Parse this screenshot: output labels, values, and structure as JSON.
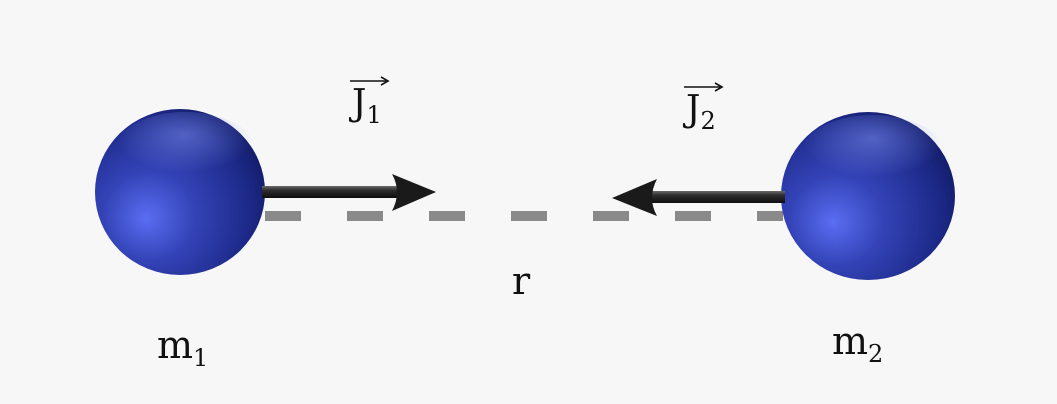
{
  "labels": {
    "mass_1": {
      "symbol": "m",
      "subscript": "1"
    },
    "mass_2": {
      "symbol": "m",
      "subscript": "2"
    },
    "vector_1": {
      "symbol": "J",
      "subscript": "1"
    },
    "vector_2": {
      "symbol": "J",
      "subscript": "2"
    },
    "separation": "r"
  },
  "colors": {
    "background": "#f7f7f7",
    "sphere": "#1e2e8f",
    "arrow": "#262626",
    "dashed_line": "#8a8a8a"
  }
}
